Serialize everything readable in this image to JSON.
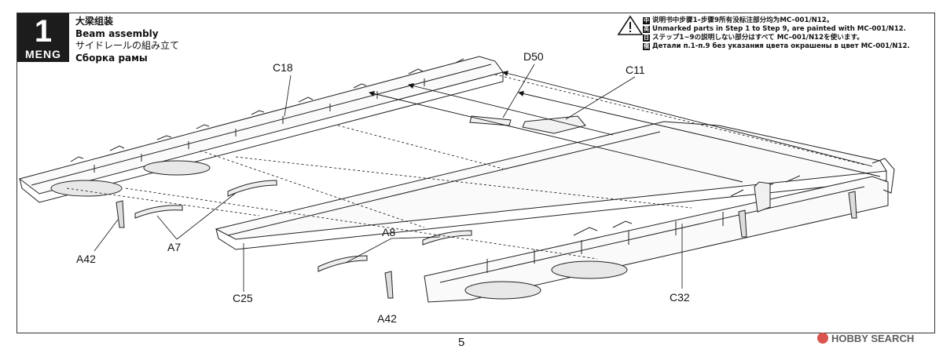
{
  "step": {
    "number": "1",
    "brand": "MENG"
  },
  "titles": {
    "zh": "大梁组装",
    "en": "Beam assembly",
    "ja": "サイドレールの組み立て",
    "ru": "Сборка рамы"
  },
  "notes": [
    {
      "badge": "中",
      "text": "说明书中步骤1–步骤9所有没标注部分均为MC–001/N12。"
    },
    {
      "badge": "英",
      "text": "Unmarked parts in Step 1 to Step 9,  are painted with MC-001/N12."
    },
    {
      "badge": "日",
      "text": "ステップ1~9の説明しない部分はすべて MC–001/N12を使います。"
    },
    {
      "badge": "俄",
      "text": "Детали п.1-п.9 без указания цвета окрашены в цвет MC-001/N12."
    }
  ],
  "callouts": {
    "c18": "C18",
    "d50": "D50",
    "c11": "C11",
    "a8": "A8",
    "a7": "A7",
    "a42_left": "A42",
    "a42_bottom": "A42",
    "c25": "C25",
    "c32": "C32"
  },
  "page_number": "5",
  "watermark": "HOBBY SEARCH",
  "colors": {
    "ink": "#111111",
    "watermark": "#5e5e5e"
  }
}
